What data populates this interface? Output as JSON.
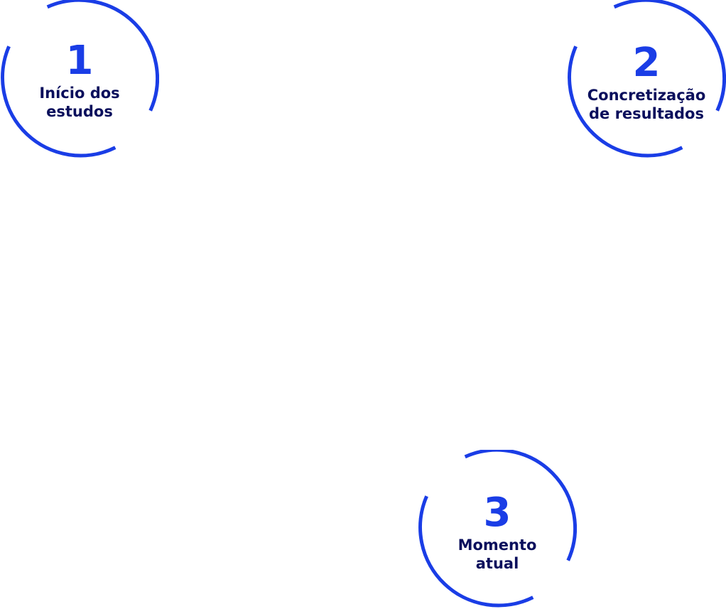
{
  "colors": {
    "ring": "#1a3de6",
    "number": "#1a3de6",
    "label": "#0a0f5c",
    "background": "#ffffff"
  },
  "steps": [
    {
      "number": "1",
      "label": "Início dos\nestudos"
    },
    {
      "number": "2",
      "label": "Concretização\nde resultados"
    },
    {
      "number": "3",
      "label": "Momento\natual"
    }
  ]
}
